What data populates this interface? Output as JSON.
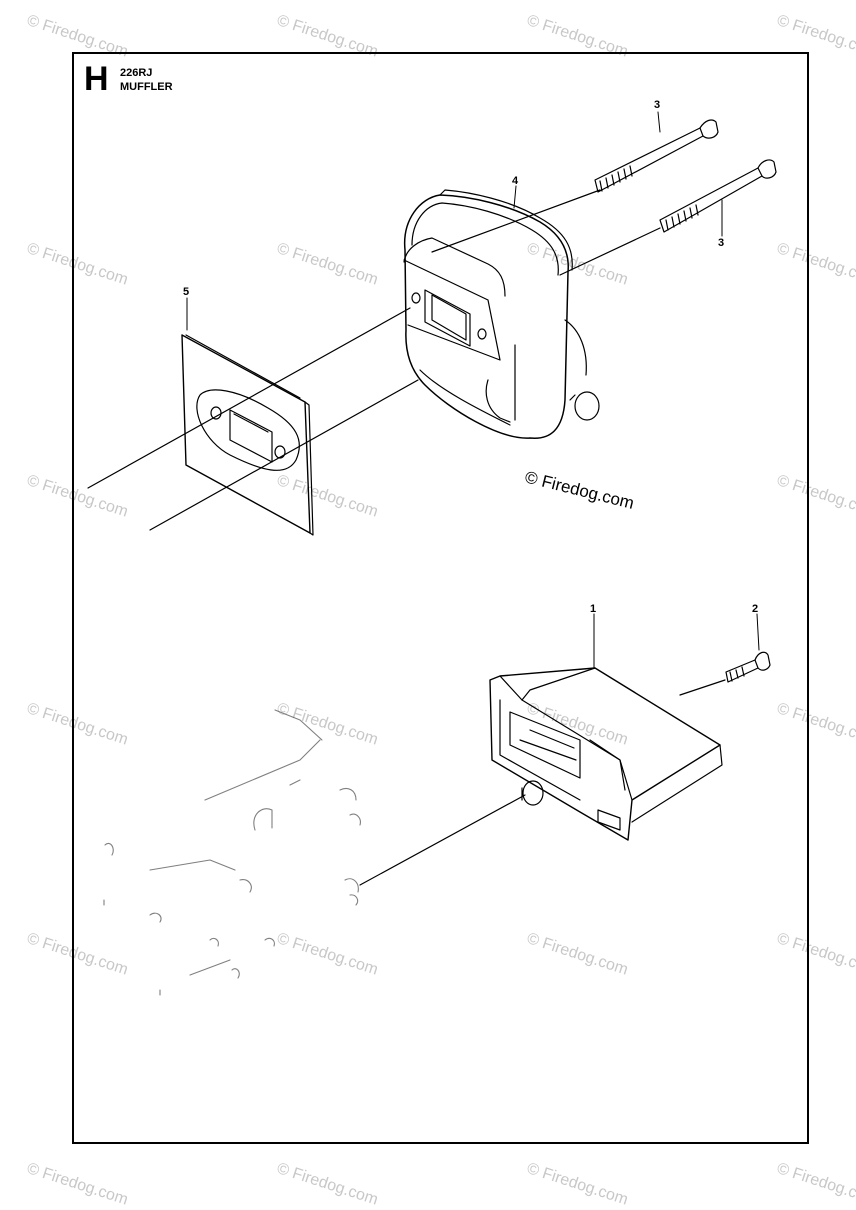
{
  "page": {
    "section_letter": "H",
    "model": "226RJ",
    "title": "MUFFLER"
  },
  "callouts": [
    "1",
    "2",
    "3",
    "3",
    "4",
    "5"
  ],
  "copyright": "© Firedog.com",
  "watermark": "© Firedog.com"
}
